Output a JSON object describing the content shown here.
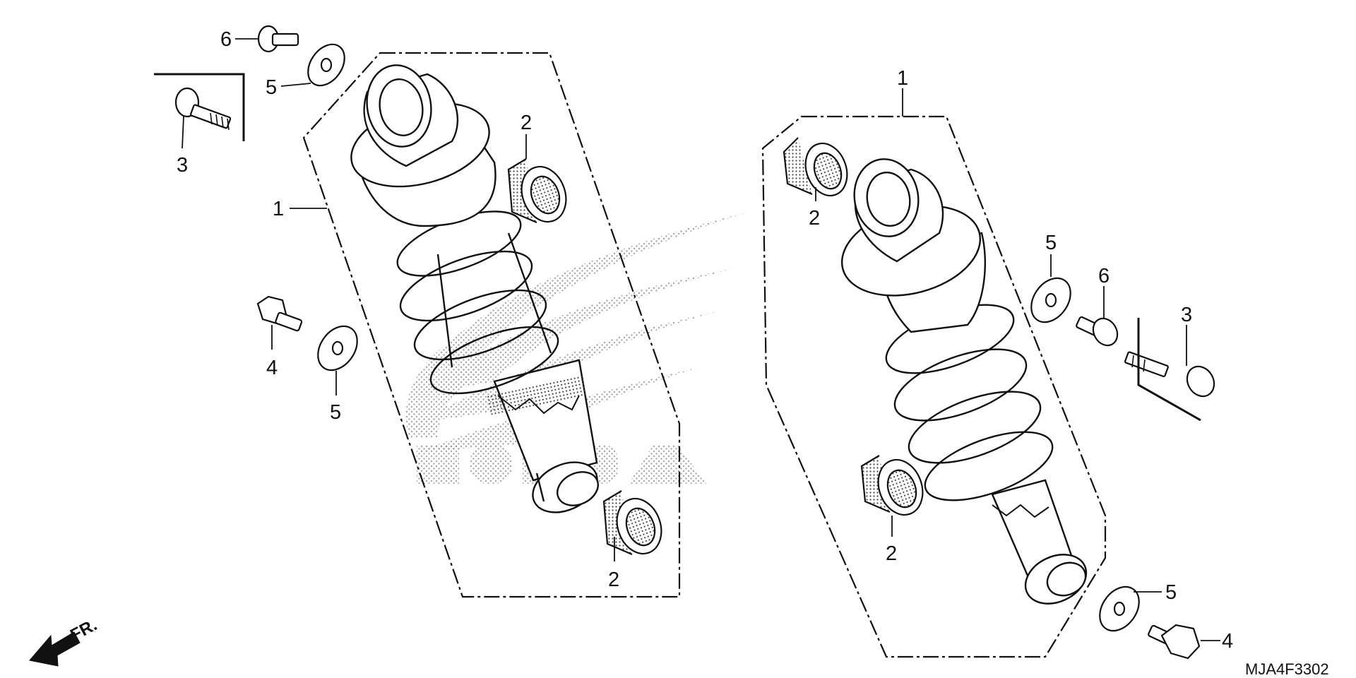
{
  "diagram": {
    "drawing_code": "MJA4F3302",
    "front_indicator": "FR.",
    "watermark_text": "HONDA",
    "callouts": [
      {
        "id": "c-left-6",
        "label": "6"
      },
      {
        "id": "c-left-5a",
        "label": "5"
      },
      {
        "id": "c-left-3",
        "label": "3"
      },
      {
        "id": "c-left-1",
        "label": "1"
      },
      {
        "id": "c-left-2a",
        "label": "2"
      },
      {
        "id": "c-left-4",
        "label": "4"
      },
      {
        "id": "c-left-5b",
        "label": "5"
      },
      {
        "id": "c-left-2b",
        "label": "2"
      },
      {
        "id": "c-right-1",
        "label": "1"
      },
      {
        "id": "c-right-2a",
        "label": "2"
      },
      {
        "id": "c-right-5a",
        "label": "5"
      },
      {
        "id": "c-right-6",
        "label": "6"
      },
      {
        "id": "c-right-3",
        "label": "3"
      },
      {
        "id": "c-right-2b",
        "label": "2"
      },
      {
        "id": "c-right-5b",
        "label": "5"
      },
      {
        "id": "c-right-4",
        "label": "4"
      }
    ]
  }
}
